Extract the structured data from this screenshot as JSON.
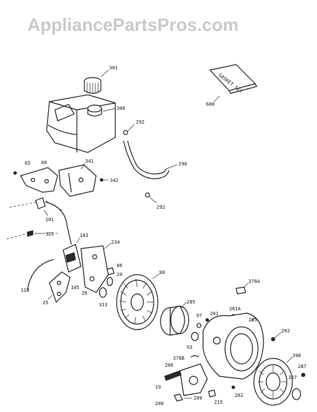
{
  "watermark": "AppliancePartsPros.com",
  "gasket_set_text": "GASKET SET",
  "callouts": {
    "c301": "301",
    "c300": "300",
    "c600": "600",
    "c292a": "292",
    "c290": "290",
    "c292b": "292",
    "c65": "65",
    "c66": "66",
    "c341": "341",
    "c342": "342",
    "c101": "101",
    "c325": "325",
    "c103": "103",
    "c234": "234",
    "c86": "86",
    "c20": "20",
    "c90": "90",
    "c110": "110",
    "c25": "25",
    "c105": "105",
    "c26": "26",
    "c313": "313",
    "c285": "285",
    "c97": "97",
    "c261": "261",
    "c370a": "370A",
    "c261a": "261A",
    "c265": "265",
    "c262a": "262",
    "c93": "93",
    "c370b": "370B",
    "c200a": "200",
    "c390": "390",
    "c287": "287",
    "c327": "327",
    "c19": "19",
    "c200b": "200",
    "c209": "209",
    "c215": "215",
    "c262b": "262"
  }
}
